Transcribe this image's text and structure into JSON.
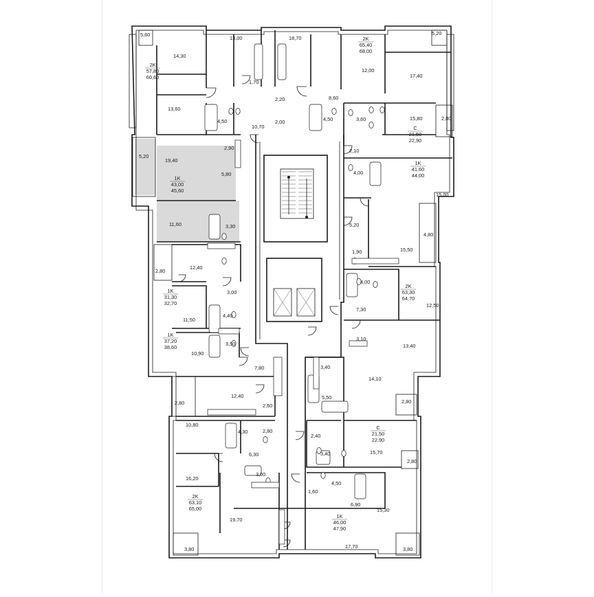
{
  "plan": {
    "colors": {
      "selected": "#dadada",
      "wall": "#1a1a1a",
      "background": "#ffffff"
    },
    "selected_unit": "unit-1k-43",
    "units": [
      {
        "id": "unit-2k-57",
        "type": "2K",
        "living": "57,80",
        "total": "60,60"
      },
      {
        "id": "unit-2k-65",
        "type": "2K",
        "living": "65,40",
        "total": "68,00"
      },
      {
        "id": "unit-c-215-top",
        "type": "C",
        "living": "21,50",
        "total": "22,90"
      },
      {
        "id": "unit-1k-43",
        "type": "1K",
        "living": "43,00",
        "total": "45,60"
      },
      {
        "id": "unit-1k-416",
        "type": "1K",
        "living": "41,60",
        "total": "44,00"
      },
      {
        "id": "unit-1k-313",
        "type": "1K",
        "living": "31,30",
        "total": "32,70"
      },
      {
        "id": "unit-2k-633",
        "type": "2K",
        "living": "63,30",
        "total": "64,70"
      },
      {
        "id": "unit-1k-372",
        "type": "1K",
        "living": "37,20",
        "total": "38,60"
      },
      {
        "id": "unit-c-215-bot",
        "type": "C",
        "living": "21,50",
        "total": "22,90"
      },
      {
        "id": "unit-2k-631",
        "type": "2K",
        "living": "63,10",
        "total": "65,00"
      },
      {
        "id": "unit-1k-46",
        "type": "1K",
        "living": "46,00",
        "total": "47,90"
      }
    ],
    "rooms": [
      "5,60",
      "13,00",
      "18,70",
      "5,20",
      "14,30",
      "12,00",
      "17,40",
      "1,70",
      "8,60",
      "2,20",
      "13,60",
      "4,50",
      "10,70",
      "2,00",
      "4,50",
      "3,60",
      "15,80",
      "2,80",
      "2,90",
      "2,10",
      "5,20",
      "19,40",
      "4,00",
      "5,80",
      "15,00",
      "5,20",
      "4,80",
      "11,60",
      "3,30",
      "15,50",
      "1,90",
      "12,40",
      "2,80",
      "4,00",
      "3,00",
      "12,50",
      "4,40",
      "7,30",
      "11,50",
      "3,50",
      "3,10",
      "13,40",
      "10,90",
      "7,80",
      "3,40",
      "14,10",
      "2,80",
      "12,40",
      "5,50",
      "2,80",
      "2,60",
      "10,80",
      "4,30",
      "2,80",
      "2,40",
      "15,70",
      "6,30",
      "3,40",
      "2,80",
      "3,00",
      "16,20",
      "1,60",
      "4,50",
      "6,90",
      "15,30",
      "19,70",
      "17,70",
      "3,80",
      "3,80"
    ]
  }
}
